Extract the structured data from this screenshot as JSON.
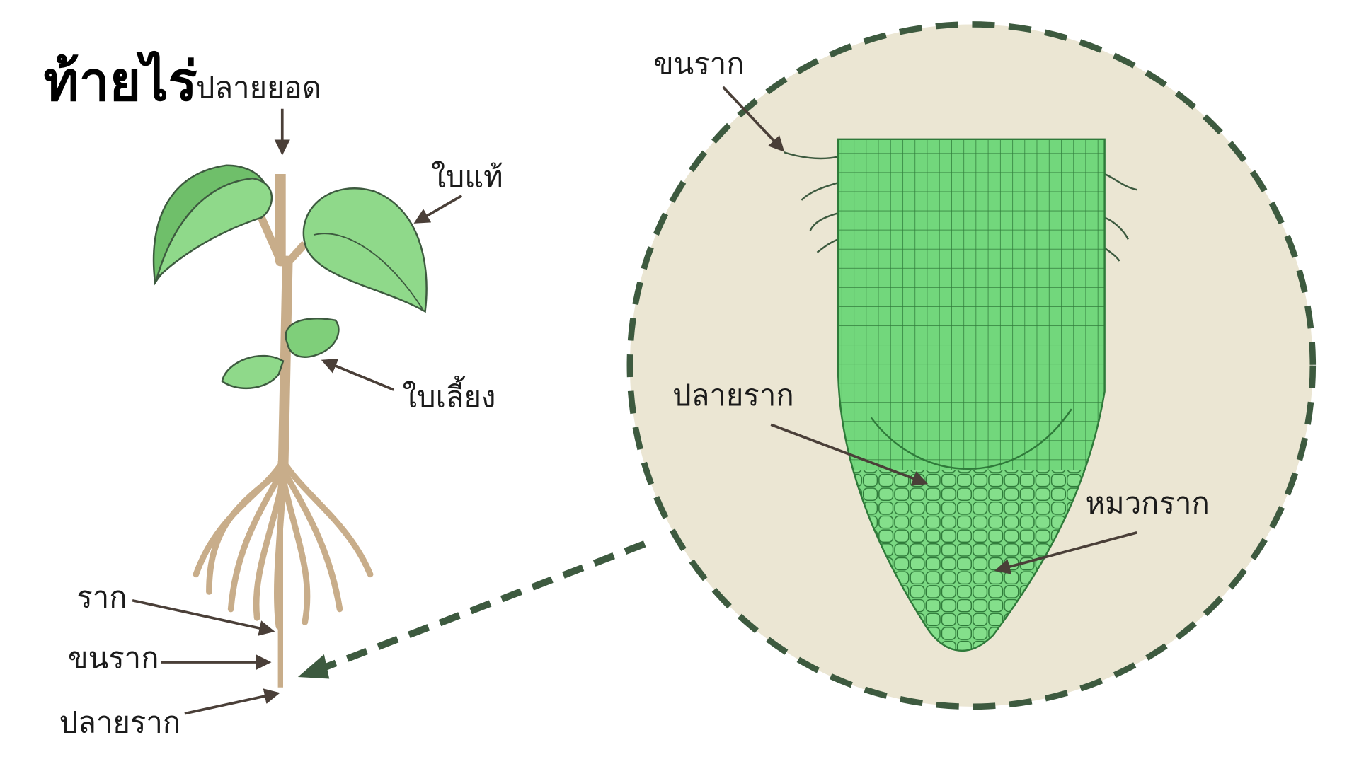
{
  "title": "ท้ายไร่",
  "plant_labels": {
    "shoot_tip": "ปลายยอด",
    "true_leaf": "ใบแท้",
    "cotyledon": "ใบเลี้ยง",
    "root": "ราก",
    "root_hair": "ขนราก",
    "root_tip": "ปลายราก"
  },
  "zoom_labels": {
    "root_hair": "ขนราก",
    "root_tip": "ปลายราก",
    "root_cap": "หมวกราก"
  },
  "colors": {
    "leaf": "#7fcf7a",
    "leaf_dark": "#5fae5c",
    "stem": "#c8ad8a",
    "circle_bg": "#ebe6d3",
    "circle_border": "#3d5a3f",
    "root_cells": "#6fd67a"
  }
}
